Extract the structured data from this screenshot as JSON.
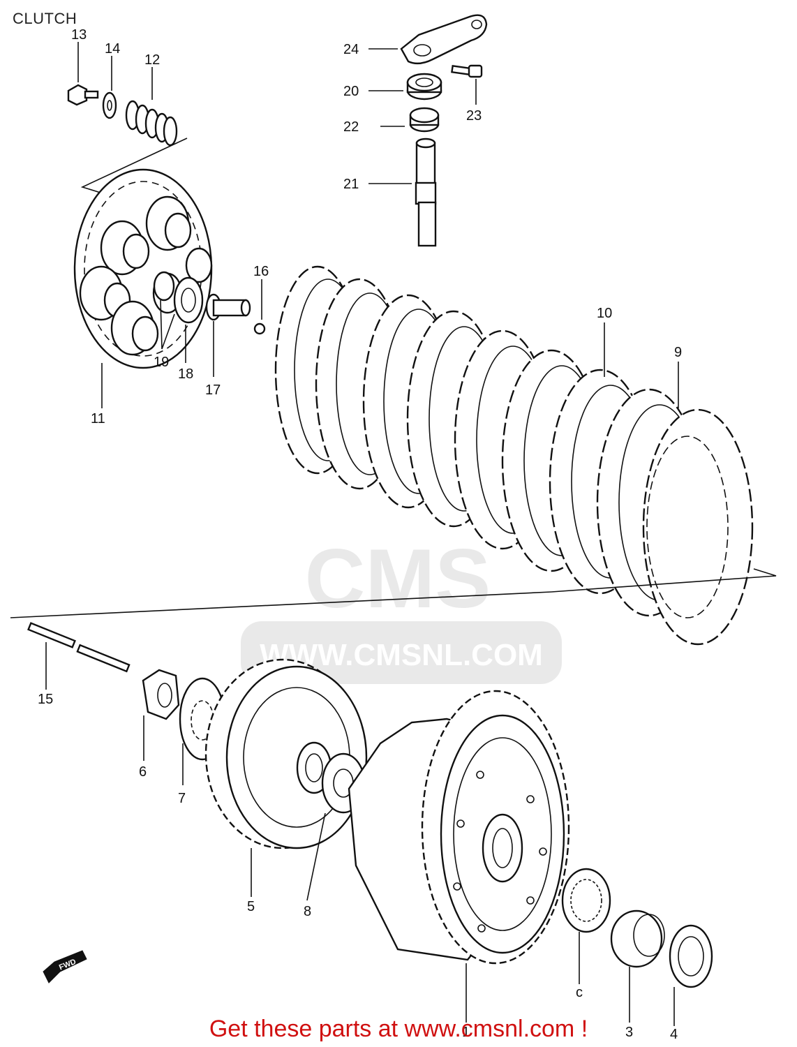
{
  "title": "CLUTCH",
  "callouts": [
    {
      "id": "1",
      "label": "1"
    },
    {
      "id": "3",
      "label": "3"
    },
    {
      "id": "4",
      "label": "4"
    },
    {
      "id": "5",
      "label": "5"
    },
    {
      "id": "6",
      "label": "6"
    },
    {
      "id": "7",
      "label": "7"
    },
    {
      "id": "8",
      "label": "8"
    },
    {
      "id": "9",
      "label": "9"
    },
    {
      "id": "10",
      "label": "10"
    },
    {
      "id": "11",
      "label": "11"
    },
    {
      "id": "12",
      "label": "12"
    },
    {
      "id": "13",
      "label": "13"
    },
    {
      "id": "14",
      "label": "14"
    },
    {
      "id": "15",
      "label": "15"
    },
    {
      "id": "16",
      "label": "16"
    },
    {
      "id": "17",
      "label": "17"
    },
    {
      "id": "18",
      "label": "18"
    },
    {
      "id": "19",
      "label": "19"
    },
    {
      "id": "20",
      "label": "20"
    },
    {
      "id": "21",
      "label": "21"
    },
    {
      "id": "22",
      "label": "22"
    },
    {
      "id": "23",
      "label": "23"
    },
    {
      "id": "24",
      "label": "24"
    },
    {
      "id": "2",
      "label": "c"
    }
  ],
  "direction_arrow": "FWD",
  "watermark": {
    "brand": "CMS",
    "url": "WWW.CMSNL.COM"
  },
  "footer": "Get these parts at www.cmsnl.com !"
}
